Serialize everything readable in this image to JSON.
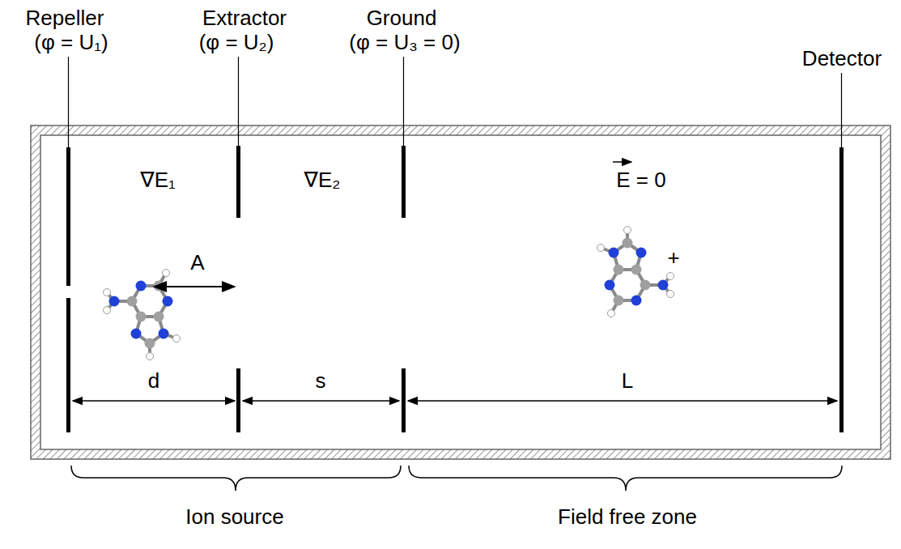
{
  "diagram": {
    "labels": [
      "Repeller",
      "(φ = U₁)",
      "Extractor",
      "(φ = U₂)",
      "Ground",
      "(φ = U₃ = 0)",
      "Detector",
      "∇E₁",
      "∇E₂",
      "E = 0",
      "A",
      "+",
      "d",
      "s",
      "L",
      "Ion source",
      "Field free zone"
    ]
  }
}
